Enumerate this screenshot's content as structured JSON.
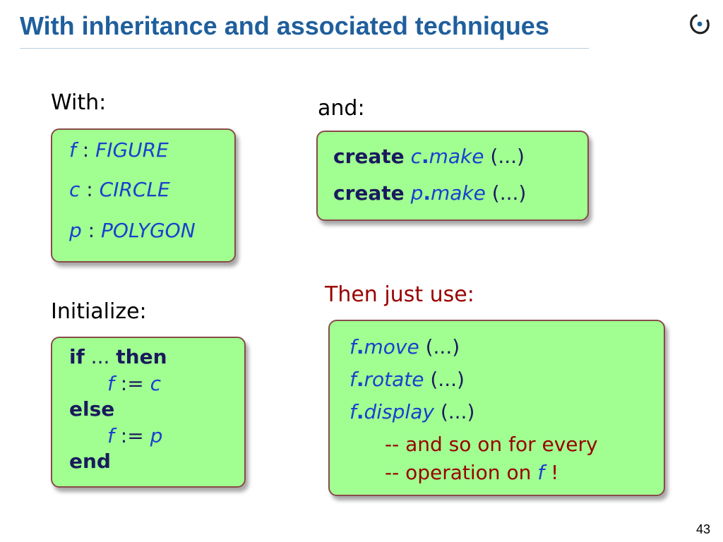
{
  "slide": {
    "title": "With inheritance and associated techniques",
    "page_number": "43"
  },
  "labels": {
    "with": "With:",
    "and": "and:",
    "initialize": "Initialize:",
    "then_use": "Then just use:"
  },
  "decl_box": {
    "lines": [
      {
        "var": "f",
        "sep": " : ",
        "type": "FIGURE"
      },
      {
        "var": "c",
        "sep": " : ",
        "type": "CIRCLE"
      },
      {
        "var": "p",
        "sep": " : ",
        "type": "POLYGON"
      }
    ]
  },
  "create_box": {
    "lines": [
      {
        "kw": "create",
        "target": "c",
        "dot": ".",
        "feature": "make",
        "args": " (...)"
      },
      {
        "kw": "create",
        "target": "p",
        "dot": ".",
        "feature": "make",
        "args": " (...)"
      }
    ]
  },
  "init_box": {
    "if_kw": "if",
    "ellipsis": " ... ",
    "then_kw": "then",
    "assign1_target": "f",
    "assign1_op": " := ",
    "assign1_value": "c",
    "else_kw": "else",
    "assign2_target": "f",
    "assign2_op": " := ",
    "assign2_value": "p",
    "end_kw": "end"
  },
  "use_box": {
    "calls": [
      {
        "target": "f",
        "dot": ".",
        "feature": "move",
        "args": " (...)"
      },
      {
        "target": "f",
        "dot": ".",
        "feature": "rotate",
        "args": " (...)"
      },
      {
        "target": "f",
        "dot": ".",
        "feature": "display",
        "args": " (...)"
      }
    ],
    "comment1": "-- and so on for every",
    "comment2_prefix": "-- operation on ",
    "comment2_var": "f",
    "comment2_suffix": " !"
  },
  "colors": {
    "title": "#1f5f9c",
    "box_fill": "#a0ff90",
    "box_border": "#8a4a4a",
    "keyword": "#1a1a5e",
    "identifier": "#1a3fd0",
    "comment": "#990000"
  },
  "icons": {
    "logo": "eiffel-logo-icon"
  }
}
